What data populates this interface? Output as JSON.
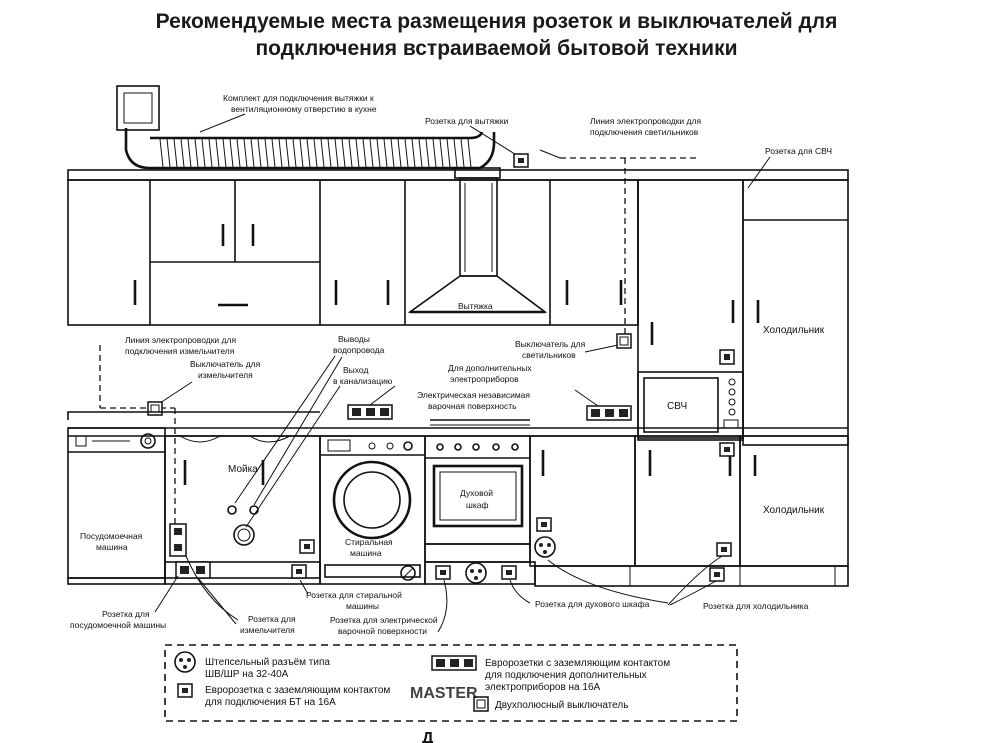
{
  "title": {
    "line1": "Рекомендуемые места размещения розеток и выключателей для",
    "line2": "подключения встраиваемой бытовой техники"
  },
  "labels": {
    "vent_kit_1": "Комплект для подключения вытяжки к",
    "vent_kit_2": "вентиляционному отверстию в кухне",
    "hood_socket": "Розетка для вытяжки",
    "light_line_1": "Линия электропроводки для",
    "light_line_2": "подключения светильников",
    "mw_socket": "Розетка для СВЧ",
    "hood": "Вытяжка",
    "fridge_top": "Холодильник",
    "fridge_bottom": "Холодильник",
    "chopper_line_1": "Линия электропроводки для",
    "chopper_line_2": "подключения измельчителя",
    "water_outlets_1": "Выводы",
    "water_outlets_2": "водопровода",
    "sewer_1": "Выход",
    "sewer_2": "в канализацию",
    "light_switch_1": "Выключатель для",
    "light_switch_2": "светильников",
    "chopper_switch_1": "Выключатель для",
    "chopper_switch_2": "измельчителя",
    "extra_appliances_1": "Для дополнительных",
    "extra_appliances_2": "электроприборов",
    "hob_1": "Электрическая независимая",
    "hob_2": "варочная поверхность",
    "microwave": "СВЧ",
    "sink": "Мойка",
    "oven_1": "Духовой",
    "oven_2": "шкаф",
    "dishwasher_1": "Посудомоечная",
    "dishwasher_2": "машина",
    "washer_1": "Стиральная",
    "washer_2": "машина",
    "washer_socket_1": "Розетка для стиральной",
    "washer_socket_2": "машины",
    "oven_socket": "Розетка для духового шкафа",
    "fridge_socket": "Розетка для холодильника",
    "dw_socket_1": "Розетка для",
    "dw_socket_2": "посудомоечной машины",
    "chopper_socket_1": "Розетка для",
    "chopper_socket_2": "измельчителя",
    "hob_socket_1": "Розетка для электрической",
    "hob_socket_2": "варочной поверхности"
  },
  "legend": {
    "plug_1": "Штепсельный разъём типа",
    "plug_2": "ШВ/ШР на 32-40А",
    "euro_1": "Евророзетка с заземляющим контактом",
    "euro_2": "для подключения БТ на 16А",
    "triple_1": "Евророзетки с заземляющим контактом",
    "triple_2": "для подключения дополнительных",
    "triple_3": "электроприборов на 16А",
    "switch": "Двухполюсный выключатель"
  },
  "watermark": "MASTER",
  "bottom_partial": "Д"
}
